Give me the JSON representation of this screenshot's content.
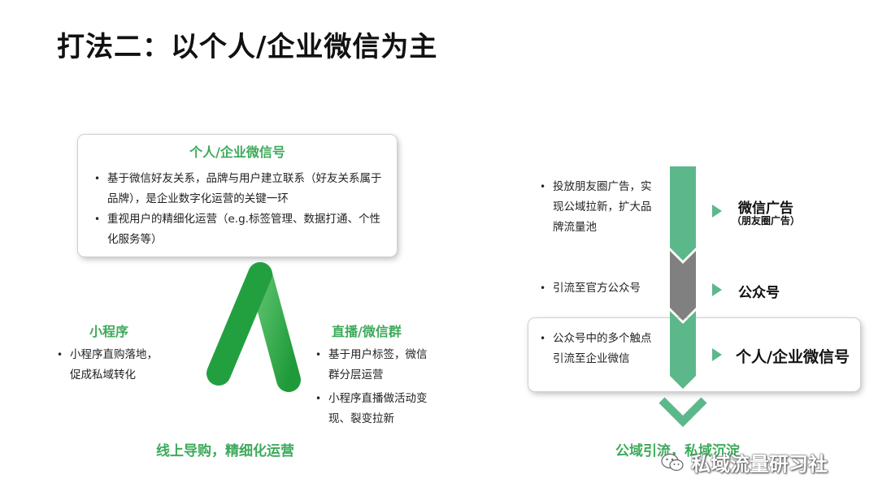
{
  "title": "打法二：以个人/企业微信为主",
  "left": {
    "card": {
      "title": "个人/企业微信号",
      "bullets": [
        "基于微信好友关系，品牌与用户建立联系（好友关系属于品牌），是企业数字化运营的关键一环",
        "重视用户的精细化运营（e.g.标签管理、数据打通、个性化服务等）"
      ]
    },
    "mini_program": {
      "title": "小程序",
      "bullets": [
        "小程序直购落地，促成私域转化"
      ]
    },
    "live": {
      "title": "直播/微信群",
      "bullets": [
        "基于用户标签，微信群分层运营",
        "小程序直播做活动变现、裂变拉新"
      ]
    },
    "footer": "线上导购，精细化运营"
  },
  "right": {
    "steps": [
      {
        "desc": "投放朋友圈广告，实现公域拉新，扩大品牌流量池",
        "label": "微信广告",
        "sub": "（朋友圈广告）"
      },
      {
        "desc": "引流至官方公众号",
        "label": "公众号"
      },
      {
        "desc": "公众号中的多个触点引流至企业微信",
        "label": "个人/企业微信号"
      }
    ],
    "footer": "公域引流，私域沉淀"
  },
  "watermark": "私域流量研习社",
  "colors": {
    "accent": "#3daa5b",
    "arrow_green": "#5cb88a",
    "arrow_gray": "#808080"
  }
}
